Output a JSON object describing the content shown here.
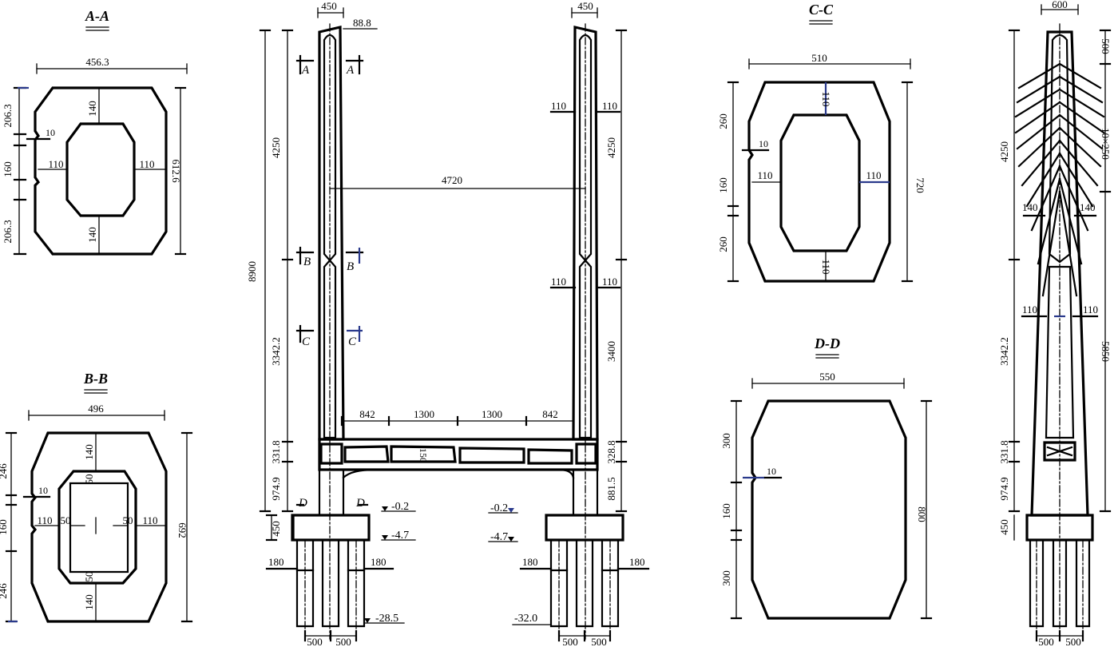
{
  "sections": {
    "aa": "A-A",
    "bb": "B-B",
    "cc": "C-C",
    "dd": "D-D"
  },
  "cut_letters": {
    "a": "A",
    "b": "B",
    "c": "C",
    "d": "D"
  },
  "dims": {
    "aa": {
      "width_top": "456.3",
      "top": "206.3",
      "mid": "160",
      "bottom": "206.3",
      "height": "612.6",
      "wall_top": "140",
      "wall_bottom": "140",
      "wall_left": "110",
      "wall_right": "110",
      "chamfer": "10"
    },
    "bb": {
      "width_top": "496",
      "top": "246",
      "mid": "160",
      "bottom": "246",
      "height": "692",
      "wall_top": "140",
      "wall_bottom": "140",
      "wall_left": "110",
      "wall_right": "110",
      "inner_top": "50",
      "inner_bottom": "50",
      "inner_left": "50",
      "inner_right": "50",
      "chamfer": "10"
    },
    "cc": {
      "width_top": "510",
      "top": "260",
      "mid": "160",
      "bottom": "260",
      "height": "720",
      "wall_top": "110",
      "wall_bottom": "110",
      "wall_left": "110",
      "wall_right": "110",
      "chamfer": "10"
    },
    "dd": {
      "width_top": "550",
      "top": "300",
      "mid": "160",
      "bottom": "300",
      "height": "800",
      "chamfer": "10"
    },
    "front": {
      "col_top_left": "450",
      "col_top_right": "450",
      "offset": "88.8",
      "total_height": "8900",
      "upper_left": "4250",
      "upper_right": "4250",
      "lower_left": "3342.2",
      "lower_right": "3400",
      "beam_left": "331.8",
      "beam_right": "328.8",
      "base_left": "974.9",
      "base_right": "881.5",
      "span": "4720",
      "wall_l1": "110",
      "wall_r1": "110",
      "wall_l2": "110",
      "wall_r2": "110",
      "beam_seg1": "842",
      "beam_seg2": "1300",
      "beam_seg3": "1300",
      "beam_seg4": "842",
      "beam_depth": "150",
      "cap_left": "450",
      "pile_l1": "180",
      "pile_l2": "180",
      "pile_r1": "180",
      "pile_r2": "180",
      "pile_sp1": "500",
      "pile_sp2": "500",
      "pile_sp3": "500",
      "pile_sp4": "500"
    },
    "side": {
      "top_width": "600",
      "upper": "4250",
      "lower": "3342.2",
      "beam": "331.8",
      "base": "974.9",
      "cap": "450",
      "cable_top": "500",
      "cables": "10×250",
      "cable_len": "5850",
      "wall_l1": "140",
      "wall_r1": "140",
      "wall_l2": "110",
      "wall_r2": "110",
      "pile_sp1": "500",
      "pile_sp2": "500"
    }
  },
  "elevations": {
    "left_ground": "-0.2",
    "left_cap": "-4.7",
    "left_pile": "-28.5",
    "right_ground": "-0.2",
    "right_cap": "-4.7",
    "right_pile": "-32.0"
  },
  "colors": {
    "line": "#000000",
    "highlight": "#2a3a8c"
  }
}
